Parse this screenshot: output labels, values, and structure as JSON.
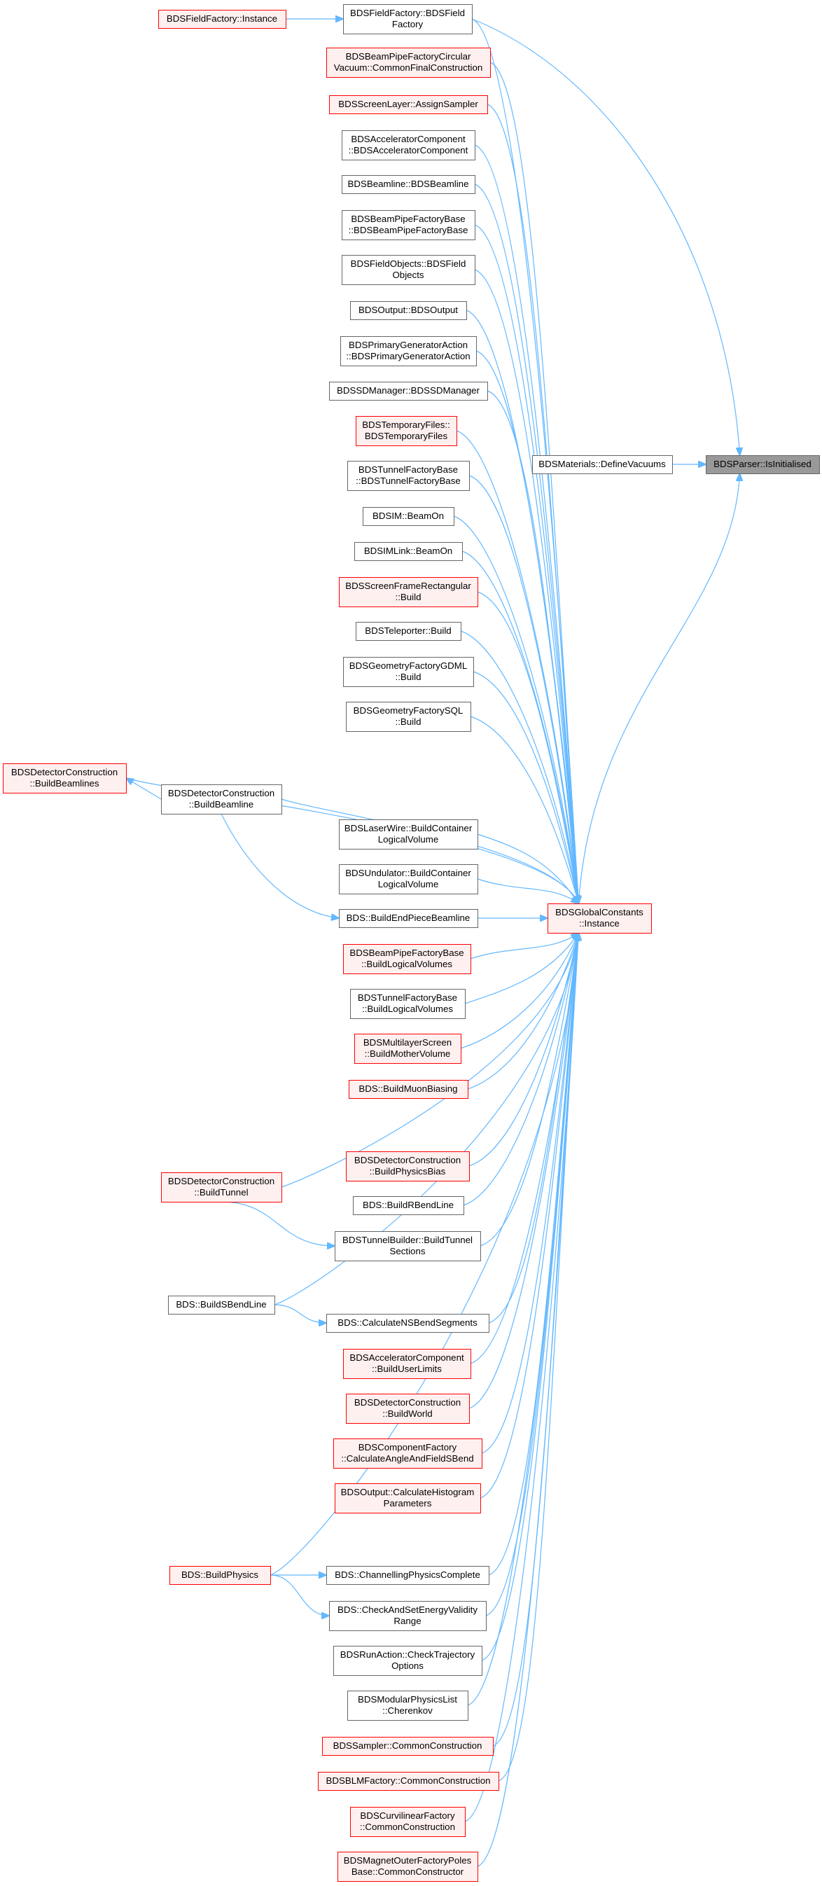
{
  "colors": {
    "edge": "#63b8ff",
    "node_border_normal": "#666666",
    "node_fill_normal": "#ffffff",
    "node_border_red": "#ff0000",
    "node_fill_red": "#fff0f0",
    "node_fill_focus": "#999999",
    "node_border_focus": "#666666",
    "text": "#000000"
  },
  "nodes": [
    {
      "id": "n_isinit",
      "style": "focus",
      "lines": [
        "BDSParser::IsInitialised"
      ]
    },
    {
      "id": "n_definevac",
      "style": "normal",
      "lines": [
        "BDSMaterials::DefineVacuums"
      ]
    },
    {
      "id": "n_gc",
      "style": "red",
      "lines": [
        "BDSGlobalConstants",
        "::Instance"
      ]
    },
    {
      "id": "n_fieldfactory",
      "style": "normal",
      "lines": [
        "BDSFieldFactory::BDSField",
        "Factory"
      ]
    },
    {
      "id": "n_ffinst",
      "style": "red",
      "lines": [
        "BDSFieldFactory::Instance"
      ]
    },
    {
      "id": "n_bpcirc",
      "style": "red",
      "lines": [
        "BDSBeamPipeFactoryCircular",
        "Vacuum::CommonFinalConstruction"
      ]
    },
    {
      "id": "n_screenlayer",
      "style": "red",
      "lines": [
        "BDSScreenLayer::AssignSampler"
      ]
    },
    {
      "id": "n_acccomp",
      "style": "normal",
      "lines": [
        "BDSAcceleratorComponent",
        "::BDSAcceleratorComponent"
      ]
    },
    {
      "id": "n_beamline",
      "style": "normal",
      "lines": [
        "BDSBeamline::BDSBeamline"
      ]
    },
    {
      "id": "n_bpbase",
      "style": "normal",
      "lines": [
        "BDSBeamPipeFactoryBase",
        "::BDSBeamPipeFactoryBase"
      ]
    },
    {
      "id": "n_fieldobj",
      "style": "normal",
      "lines": [
        "BDSFieldObjects::BDSField",
        "Objects"
      ]
    },
    {
      "id": "n_output",
      "style": "normal",
      "lines": [
        "BDSOutput::BDSOutput"
      ]
    },
    {
      "id": "n_primgen",
      "style": "normal",
      "lines": [
        "BDSPrimaryGeneratorAction",
        "::BDSPrimaryGeneratorAction"
      ]
    },
    {
      "id": "n_sdman",
      "style": "normal",
      "lines": [
        "BDSSDManager::BDSSDManager"
      ]
    },
    {
      "id": "n_tempfiles",
      "style": "red",
      "lines": [
        "BDSTemporaryFiles::",
        "BDSTemporaryFiles"
      ]
    },
    {
      "id": "n_tunnelbase",
      "style": "normal",
      "lines": [
        "BDSTunnelFactoryBase",
        "::BDSTunnelFactoryBase"
      ]
    },
    {
      "id": "n_simbeam",
      "style": "normal",
      "lines": [
        "BDSIM::BeamOn"
      ]
    },
    {
      "id": "n_simlink",
      "style": "normal",
      "lines": [
        "BDSIMLink::BeamOn"
      ]
    },
    {
      "id": "n_screenframe",
      "style": "red",
      "lines": [
        "BDSScreenFrameRectangular",
        "::Build"
      ]
    },
    {
      "id": "n_teleporter",
      "style": "normal",
      "lines": [
        "BDSTeleporter::Build"
      ]
    },
    {
      "id": "n_gdml",
      "style": "normal",
      "lines": [
        "BDSGeometryFactoryGDML",
        "::Build"
      ]
    },
    {
      "id": "n_sql",
      "style": "normal",
      "lines": [
        "BDSGeometryFactorySQL",
        "::Build"
      ]
    },
    {
      "id": "n_dcbeamlines",
      "style": "red",
      "lines": [
        "BDSDetectorConstruction",
        "::BuildBeamlines"
      ]
    },
    {
      "id": "n_dcbeamline",
      "style": "normal",
      "lines": [
        "BDSDetectorConstruction",
        "::BuildBeamline"
      ]
    },
    {
      "id": "n_laserwire",
      "style": "normal",
      "lines": [
        "BDSLaserWire::BuildContainer",
        "LogicalVolume"
      ]
    },
    {
      "id": "n_undulator",
      "style": "normal",
      "lines": [
        "BDSUndulator::BuildContainer",
        "LogicalVolume"
      ]
    },
    {
      "id": "n_endpiece",
      "style": "normal",
      "lines": [
        "BDS::BuildEndPieceBeamline"
      ]
    },
    {
      "id": "n_bplogical",
      "style": "red",
      "lines": [
        "BDSBeamPipeFactoryBase",
        "::BuildLogicalVolumes"
      ]
    },
    {
      "id": "n_tunnellogical",
      "style": "normal",
      "lines": [
        "BDSTunnelFactoryBase",
        "::BuildLogicalVolumes"
      ]
    },
    {
      "id": "n_multilayer",
      "style": "red",
      "lines": [
        "BDSMultilayerScreen",
        "::BuildMotherVolume"
      ]
    },
    {
      "id": "n_muonbias",
      "style": "red",
      "lines": [
        "BDS::BuildMuonBiasing"
      ]
    },
    {
      "id": "n_physbias",
      "style": "red",
      "lines": [
        "BDSDetectorConstruction",
        "::BuildPhysicsBias"
      ]
    },
    {
      "id": "n_dctunnel",
      "style": "red",
      "lines": [
        "BDSDetectorConstruction",
        "::BuildTunnel"
      ]
    },
    {
      "id": "n_rbend",
      "style": "normal",
      "lines": [
        "BDS::BuildRBendLine"
      ]
    },
    {
      "id": "n_tunnelbuilder",
      "style": "normal",
      "lines": [
        "BDSTunnelBuilder::BuildTunnel",
        "Sections"
      ]
    },
    {
      "id": "n_sbend",
      "style": "normal",
      "lines": [
        "BDS::BuildSBendLine"
      ]
    },
    {
      "id": "n_nsbend",
      "style": "normal",
      "lines": [
        "BDS::CalculateNSBendSegments"
      ]
    },
    {
      "id": "n_userlimits",
      "style": "red",
      "lines": [
        "BDSAcceleratorComponent",
        "::BuildUserLimits"
      ]
    },
    {
      "id": "n_dcworld",
      "style": "red",
      "lines": [
        "BDSDetectorConstruction",
        "::BuildWorld"
      ]
    },
    {
      "id": "n_compfactory",
      "style": "red",
      "lines": [
        "BDSComponentFactory",
        "::CalculateAngleAndFieldSBend"
      ]
    },
    {
      "id": "n_histparams",
      "style": "red",
      "lines": [
        "BDSOutput::CalculateHistogram",
        "Parameters"
      ]
    },
    {
      "id": "n_buildphysics",
      "style": "red",
      "lines": [
        "BDS::BuildPhysics"
      ]
    },
    {
      "id": "n_channelling",
      "style": "normal",
      "lines": [
        "BDS::ChannellingPhysicsComplete"
      ]
    },
    {
      "id": "n_energyvalid",
      "style": "normal",
      "lines": [
        "BDS::CheckAndSetEnergyValidity",
        "Range"
      ]
    },
    {
      "id": "n_trajopts",
      "style": "normal",
      "lines": [
        "BDSRunAction::CheckTrajectory",
        "Options"
      ]
    },
    {
      "id": "n_cherenkov",
      "style": "normal",
      "lines": [
        "BDSModularPhysicsList",
        "::Cherenkov"
      ]
    },
    {
      "id": "n_sampler",
      "style": "red",
      "lines": [
        "BDSSampler::CommonConstruction"
      ]
    },
    {
      "id": "n_blm",
      "style": "red",
      "lines": [
        "BDSBLMFactory::CommonConstruction"
      ]
    },
    {
      "id": "n_curvilinear",
      "style": "red",
      "lines": [
        "BDSCurvilinearFactory",
        "::CommonConstruction"
      ]
    },
    {
      "id": "n_magnetouter",
      "style": "red",
      "lines": [
        "BDSMagnetOuterFactoryPoles",
        "Base::CommonConstructor"
      ]
    }
  ]
}
